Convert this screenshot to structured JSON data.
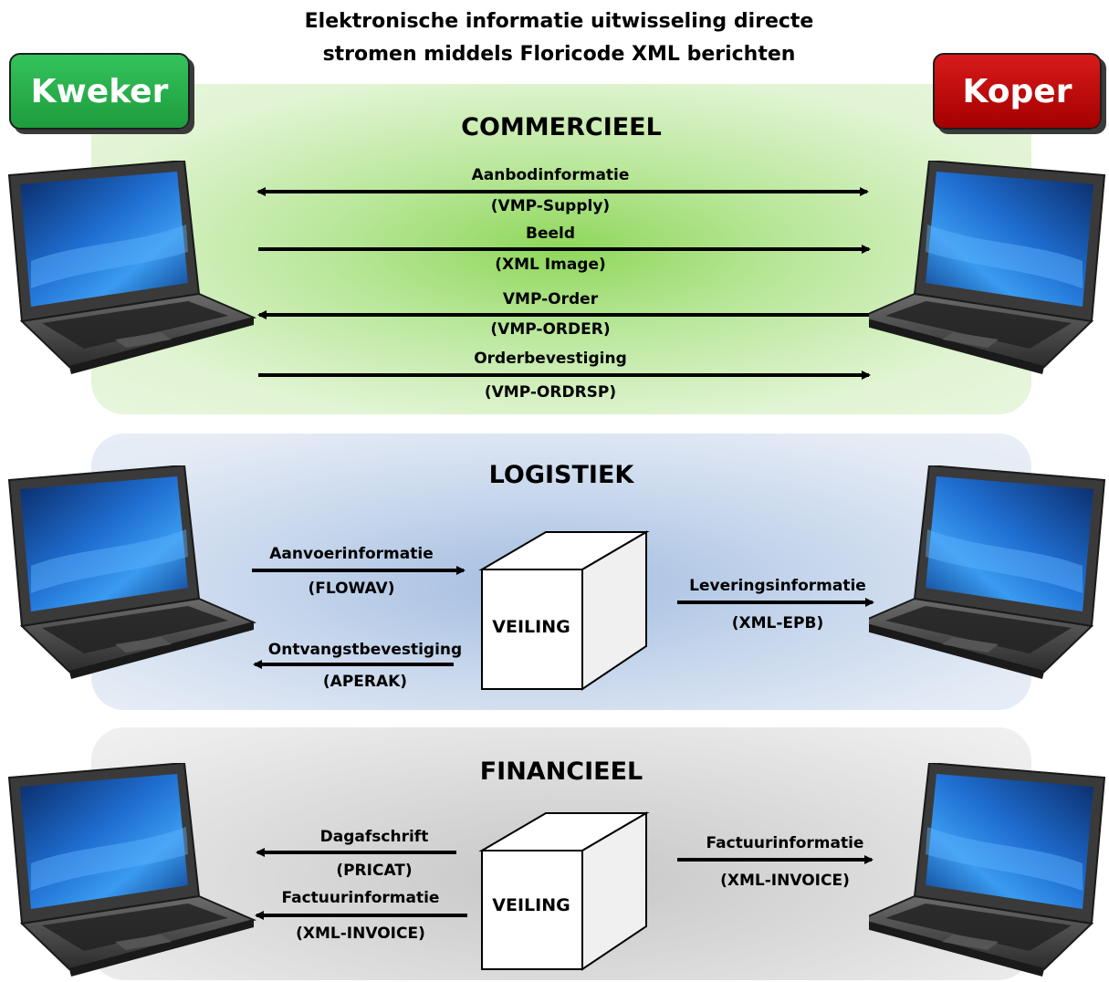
{
  "title": {
    "line1": "Elektronische informatie uitwisseling directe",
    "line2": "stromen middels Floricode XML berichten"
  },
  "roles": {
    "left": "Kweker",
    "right": "Koper"
  },
  "colors": {
    "kweker": "#2bb34f",
    "koper": "#c00000",
    "commercieel": "#8fd75b",
    "logistiek": "#a4bde0",
    "financieel": "#c7c7c7"
  },
  "sections": {
    "commercieel": {
      "title": "COMMERCIEEL",
      "flows": [
        {
          "label": "Aanbodinformatie",
          "code": "(VMP-Supply)"
        },
        {
          "label": "Beeld",
          "code": "(XML Image)"
        },
        {
          "label": "VMP-Order",
          "code": "(VMP-ORDER)"
        },
        {
          "label": "Orderbevestiging",
          "code": "(VMP-ORDRSP)"
        }
      ]
    },
    "logistiek": {
      "title": "LOGISTIEK",
      "hub": "VEILING",
      "flows": [
        {
          "label": "Aanvoerinformatie",
          "code": "(FLOWAV)"
        },
        {
          "label": "Ontvangstbevestiging",
          "code": "(APERAK)"
        },
        {
          "label": "Leveringsinformatie",
          "code": "(XML-EPB)"
        }
      ]
    },
    "financieel": {
      "title": "FINANCIEEL",
      "hub": "VEILING",
      "flows": [
        {
          "label": "Dagafschrift",
          "code": "(PRICAT)"
        },
        {
          "label": "Factuurinformatie",
          "code": "(XML-INVOICE)"
        },
        {
          "label": "Factuurinformatie",
          "code": "(XML-INVOICE)"
        }
      ]
    }
  },
  "icons": {
    "computer": "laptop-icon",
    "hub": "cube-icon"
  }
}
